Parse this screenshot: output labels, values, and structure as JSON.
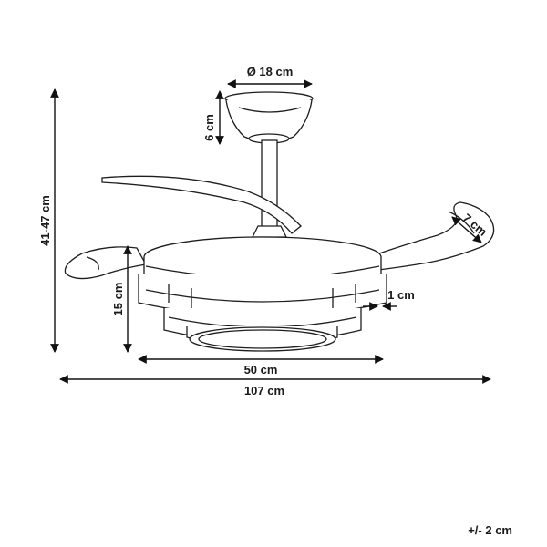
{
  "dimensions": {
    "canopy_diameter": "Ø 18 cm",
    "canopy_height": "6 cm",
    "total_height": "41-47 cm",
    "body_height": "15 cm",
    "ring_thickness": "1 cm",
    "blade_width": "7 cm",
    "body_diameter": "50 cm",
    "total_diameter": "107 cm"
  },
  "tolerance": "+/- 2 cm"
}
